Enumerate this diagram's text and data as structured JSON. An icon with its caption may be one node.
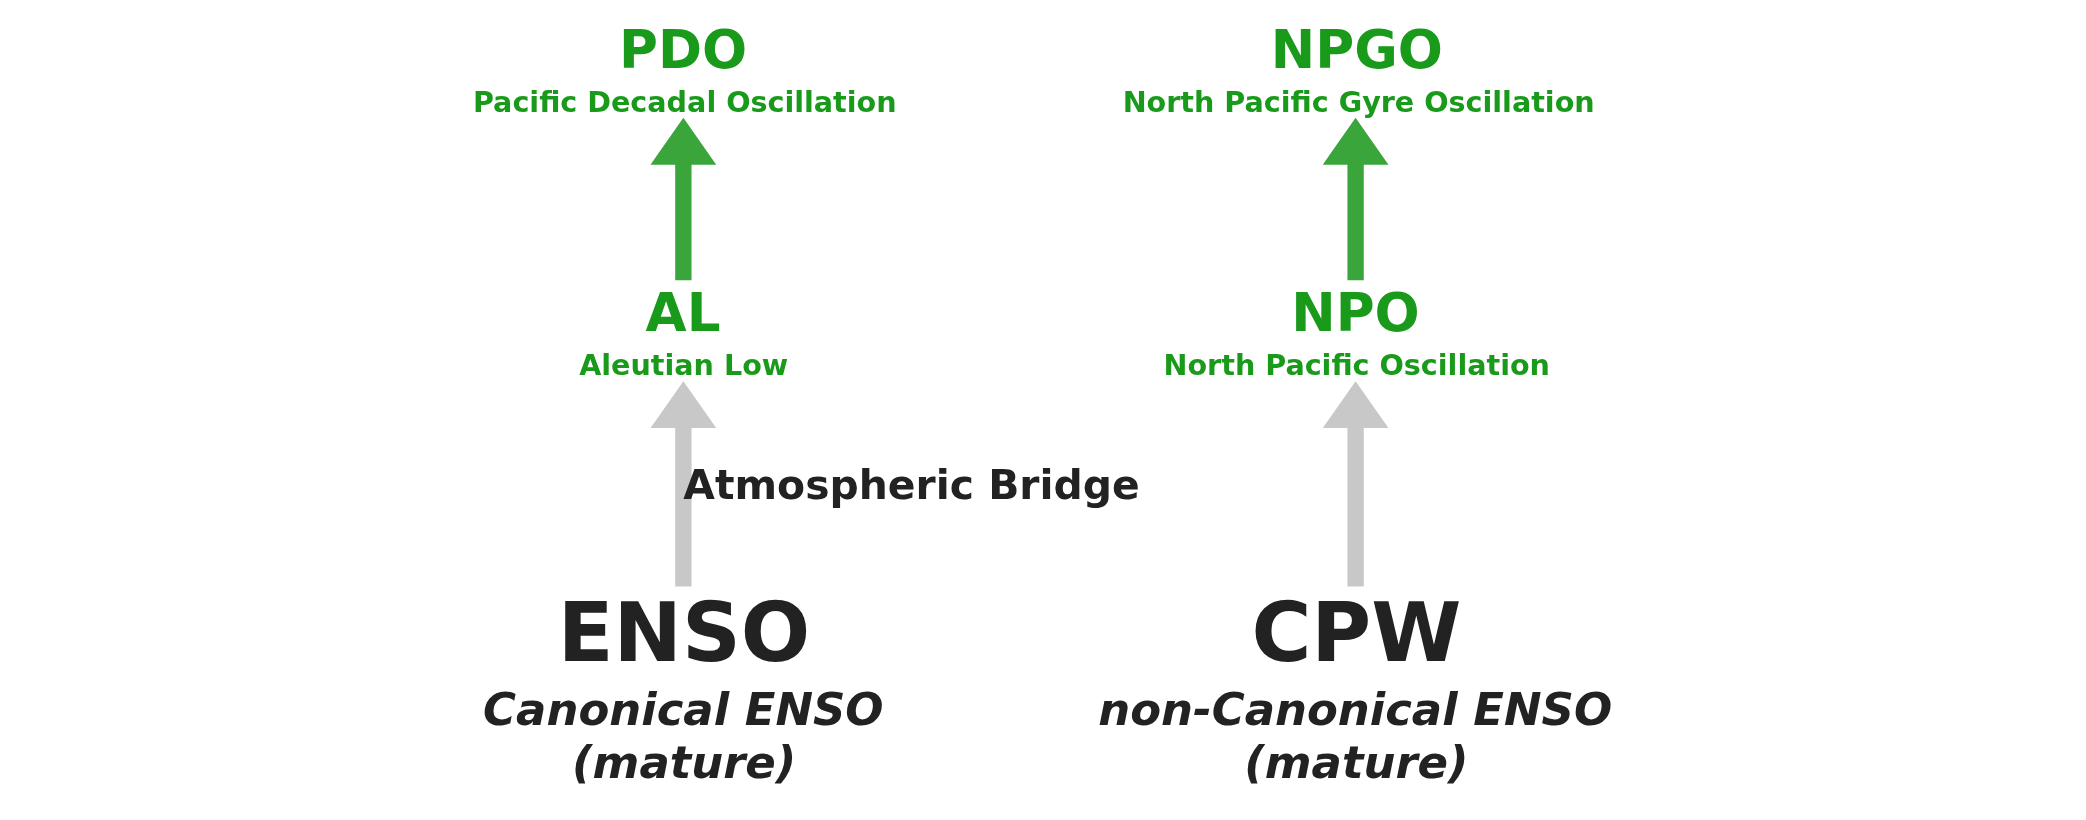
{
  "diagram": {
    "nodes": [
      {
        "text": [
          "AL",
          "Aleutian Low"
        ]
      },
      {
        "text": [
          "PDO",
          "Pacific Decadal Oscillation"
        ]
      },
      {
        "text": [
          "NPO",
          "North Pacific Oscillation"
        ]
      },
      {
        "text": [
          "NPGO",
          "North Pacific Gyre Oscillation"
        ]
      },
      {
        "text": [
          "CPW",
          "non-Canonical ENSO",
          "(mature)"
        ]
      },
      {
        "text": [
          "ENSO",
          "Canonical ENSO",
          "(mature)"
        ]
      }
    ],
    "edges": [
      {
        "from": 5,
        "to": 0,
        "arrow": "to",
        "label": "Atmospheric Bridge"
      },
      {
        "from": 0,
        "to": 1,
        "arrow": "to",
        "color": "#3aa53a"
      },
      {
        "from": 4,
        "to": 2,
        "arrow": "to"
      },
      {
        "from": 2,
        "to": 3,
        "arrow": "to",
        "color": "#3aa53a"
      }
    ]
  }
}
